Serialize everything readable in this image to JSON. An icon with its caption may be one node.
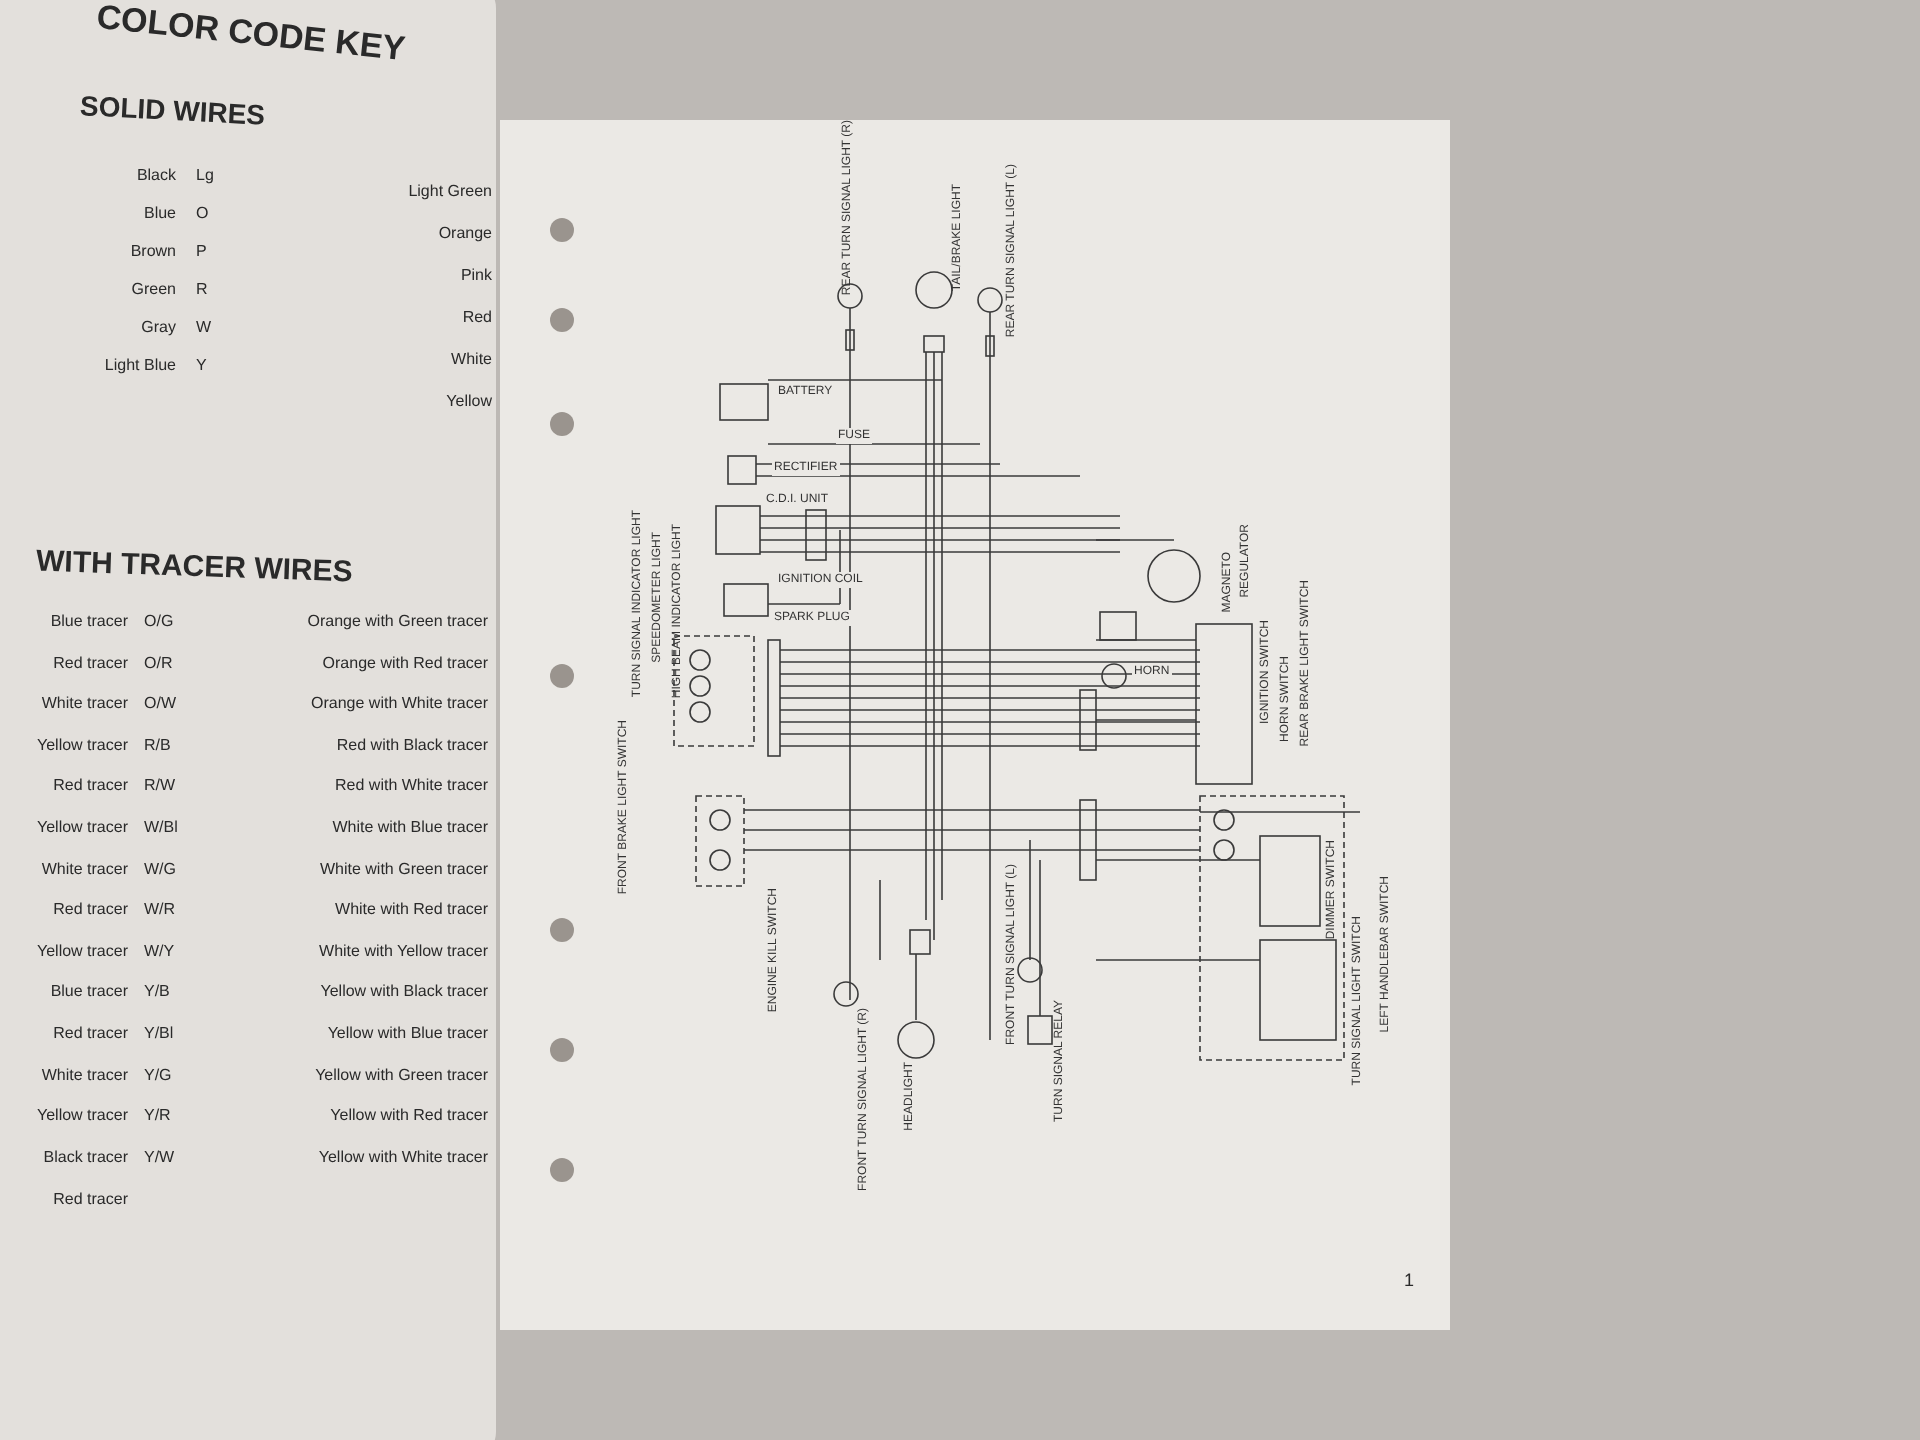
{
  "diagram": {
    "labels": [
      "COLOR CODE KEY",
      "SOLID WIRES",
      "Black",
      "Lg",
      "Light Green",
      "Blue",
      "O",
      "Orange",
      "Brown",
      "P",
      "Pink",
      "Green",
      "R",
      "Red",
      "Gray",
      "W",
      "White",
      "Light Blue",
      "Y",
      "Yellow",
      "WITH TRACER WIRES",
      "Blue tracer",
      "O/G",
      "Orange with Green tracer",
      "Red tracer",
      "O/R",
      "Orange with Red tracer",
      "White tracer",
      "O/W",
      "Orange with White tracer",
      "Yellow tracer",
      "R/B",
      "Red with Black tracer",
      "Red tracer",
      "R/W",
      "Red with White tracer",
      "Yellow tracer",
      "W/Bl",
      "White with Blue tracer",
      "White tracer",
      "W/G",
      "White with Green tracer",
      "Red tracer",
      "W/R",
      "White with Red tracer",
      "Yellow tracer",
      "W/Y",
      "White with Yellow tracer",
      "Blue tracer",
      "Y/B",
      "Yellow with Black tracer",
      "Red tracer",
      "Y/Bl",
      "Yellow with Blue tracer",
      "White tracer",
      "Y/G",
      "Yellow with Green tracer",
      "Yellow tracer",
      "Y/R",
      "Yellow with Red tracer",
      "Black tracer",
      "Y/W",
      "Yellow with White tracer",
      "Red tracer",
      "REAR TURN SIGNAL LIGHT (R)",
      "TAIL/BRAKE LIGHT",
      "REAR TURN SIGNAL LIGHT (L)",
      "BATTERY",
      "FUSE",
      "RECTIFIER",
      "C.D.I. UNIT",
      "IGNITION COIL",
      "SPARK PLUG",
      "TURN SIGNAL INDICATOR LIGHT",
      "SPEEDOMETER LIGHT",
      "HIGH BEAM INDICATOR LIGHT",
      "FRONT BRAKE LIGHT SWITCH",
      "ENGINE KILL SWITCH",
      "FRONT TURN SIGNAL LIGHT (R)",
      "HEADLIGHT",
      "FRONT TURN SIGNAL LIGHT (L)",
      "TURN SIGNAL RELAY",
      "MAGNETO",
      "REGULATOR",
      "HORN",
      "IGNITION SWITCH",
      "HORN SWITCH",
      "REAR BRAKE LIGHT SWITCH",
      "DIMMER SWITCH",
      "TURN SIGNAL LIGHT SWITCH",
      "LEFT HANDLEBAR SWITCH",
      "1"
    ]
  }
}
